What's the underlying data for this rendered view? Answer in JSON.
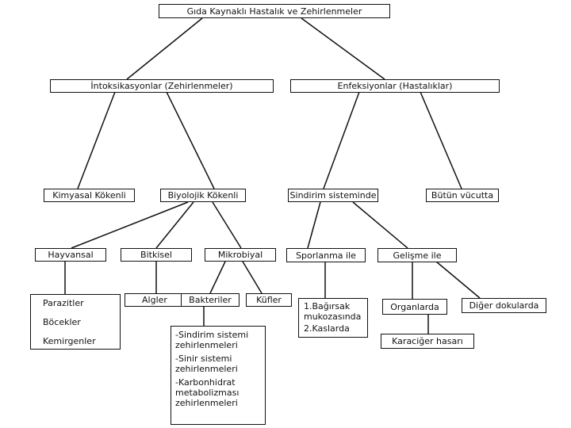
{
  "root": "Gıda Kaynaklı Hastalık ve Zehirlenmeler",
  "level1": {
    "intoxication": "İntoksikasyonlar  (Zehirlenmeler)",
    "infection": "Enfeksiyonlar (Hastalıklar)"
  },
  "level2": {
    "chemical": "Kimyasal Kökenli",
    "biological": "Biyolojik Kökenli",
    "digestive": "Sindirim sisteminde",
    "whole_body": "Bütün vücutta"
  },
  "level3": {
    "animal": "Hayvansal",
    "plant": "Bitkisel",
    "microbial": "Mikrobiyal",
    "sporulation": "Sporlanma ile",
    "growth": "Gelişme ile"
  },
  "level4": {
    "animal_items": [
      "Parazitler",
      "Böcekler",
      "Kemirgenler"
    ],
    "algae": "Algler",
    "bacteria": "Bakteriler",
    "molds": "Küfler",
    "sporulation_items": [
      "1.Bağırsak mukozasında",
      "2.Kaslarda"
    ],
    "organs": "Organlarda",
    "other_tissues": "Diğer  dokularda"
  },
  "level5": {
    "bacteria_effects": [
      "-Sindirim sistemi zehirlenmeleri",
      "-Sinir sistemi zehirlenmeleri",
      "-Karbonhidrat metabolizması zehirlenmeleri"
    ],
    "liver": "Karaciğer hasarı"
  }
}
